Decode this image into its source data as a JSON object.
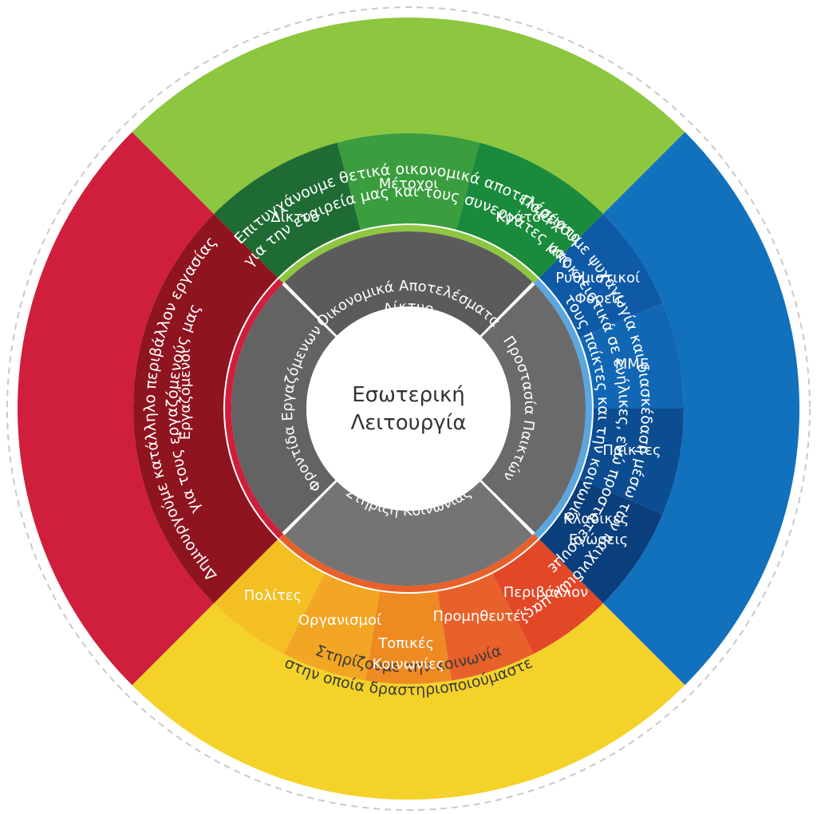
{
  "center": {
    "lines": [
      "Εσωτερική",
      "Λειτουργία"
    ]
  },
  "inner_ring": [
    {
      "id": "top",
      "label": "Οικονομικά Αποτελέσματα Δίκτυο"
    },
    {
      "id": "right",
      "label": "Προστασία Παικτών"
    },
    {
      "id": "bottom",
      "label": "Στήριξη Κοινωνίας"
    },
    {
      "id": "left",
      "label": "Φροντίδα Εργαζόμενων"
    }
  ],
  "middle_ring": {
    "top": [
      "Δίκτυο",
      "Μέτοχοι",
      "Κράτος"
    ],
    "right": [
      "Ρυθμιστικοί Φορείς",
      "ΜΜΕ",
      "Παίκτες",
      "Κλαδικές Ενώσεις"
    ],
    "bottom": [
      "Πολίτες",
      "Οργανισμοί",
      "Τοπικές Κοινωνίες",
      "Προμηθευτές",
      "Περιβάλλον"
    ],
    "left": [
      "Εργαζόμενοι"
    ]
  },
  "outer_ring": {
    "top": {
      "line1": "Επιτυγχάνουμε θετικά οικονομικά αποτελέσματα",
      "line2": "για την εταιρεία μας και τους συνεργάτες μας"
    },
    "right": {
      "line1": "Παρέχουμε ψυχαγωγία και διασκέδαση μέσω των παιχνιδιών μας,",
      "line2": "αποκλειστικά σε ενήλικες, ενώ προστατεύουμε",
      "line3": "τους παίκτες και την κοινωνία"
    },
    "bottom": {
      "line1": "Στηρίζουμε την κοινωνία",
      "line2": "στην οποία δραστηριοποιούμαστε"
    },
    "left": {
      "line1": "Δημιουργούμε κατάλληλο περιβάλλον εργασίας",
      "line2": "για τους εργαζόμενούς μας"
    }
  },
  "colors": {
    "top": "#8dc63f",
    "right": "#1271bc",
    "bottom": "#f4d22a",
    "left": "#cf1f3c",
    "inner_ring": "#6d6d6d"
  }
}
